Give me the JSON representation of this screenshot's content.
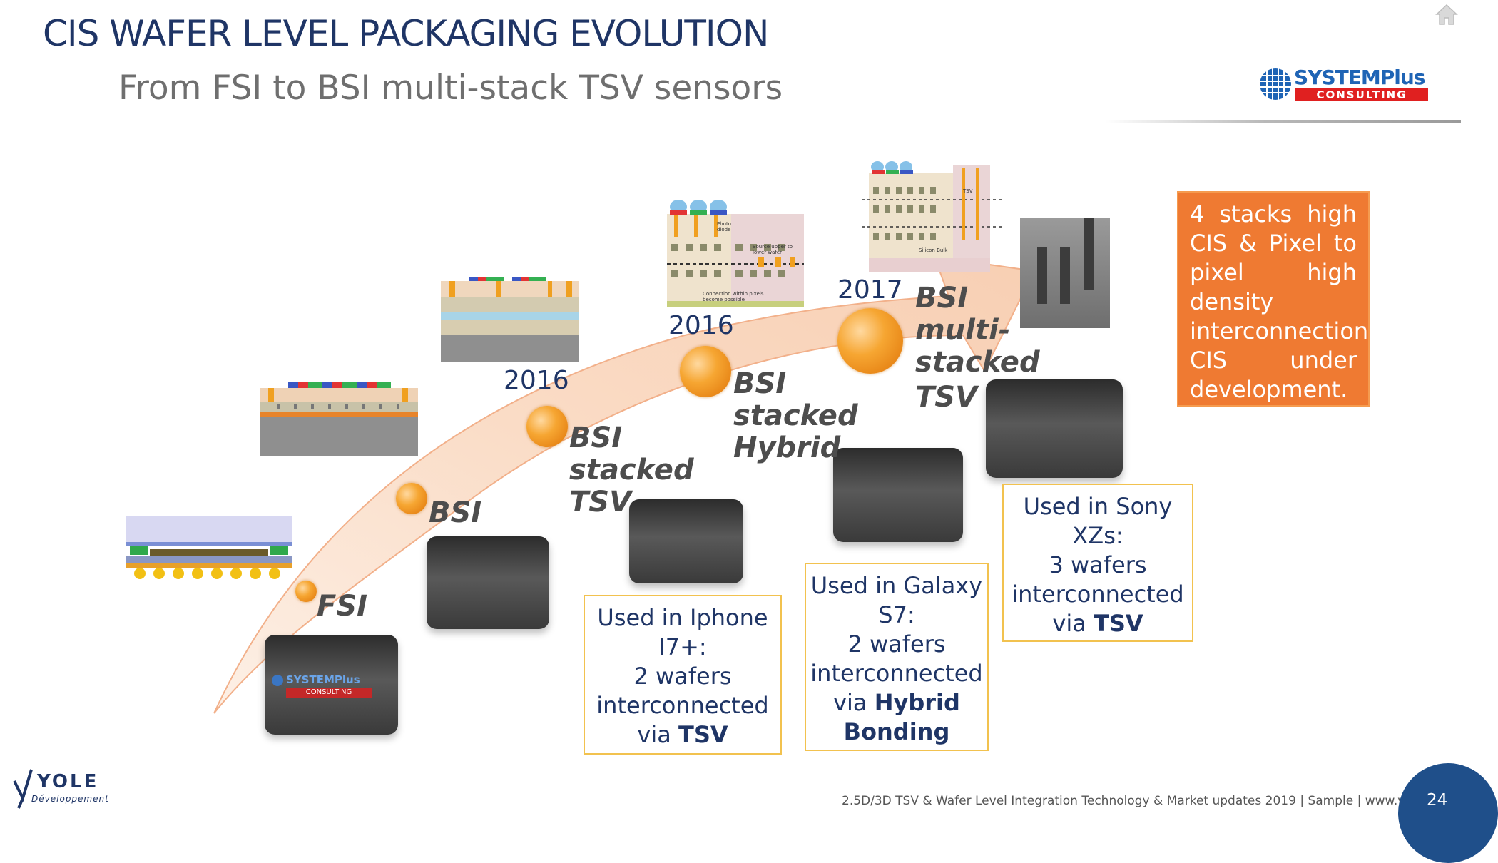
{
  "slide": {
    "title": "CIS WAFER LEVEL PACKAGING EVOLUTION",
    "subtitle": "From FSI to BSI multi-stack TSV sensors",
    "page_number": "24",
    "footer": "2.5D/3D TSV & Wafer Level Integration Technology & Market updates 2019 | Sample | www.yole.fr | ©2019"
  },
  "logos": {
    "systemplus_top": "SYSTEMPlus",
    "systemplus_bottom": "CONSULTING",
    "yole": "YOLE",
    "yole_sub": "Développement"
  },
  "milestones": [
    {
      "label": "FSI"
    },
    {
      "label": "BSI"
    },
    {
      "year": "2016",
      "label_1": "BSI",
      "label_2": "stacked",
      "label_3": "TSV"
    },
    {
      "year": "2016",
      "label_1": "BSI",
      "label_2": "stacked",
      "label_3": "Hybrid"
    },
    {
      "year": "2017",
      "label_1": "BSI",
      "label_2": "multi-",
      "label_3": "stacked",
      "label_4": "TSV"
    }
  ],
  "callouts": {
    "iphone": {
      "l1": "Used in Iphone",
      "l2": "I7+:",
      "l3": "2 wafers",
      "l4": "interconnected",
      "l5_pre": "via ",
      "l5_bold": "TSV"
    },
    "galaxy": {
      "l1": "Used in Galaxy",
      "l2": "S7:",
      "l3": "2 wafers",
      "l4": "interconnected",
      "l5_pre": "via ",
      "l5_bold": "Hybrid",
      "l6_bold": "Bonding"
    },
    "sony": {
      "l1": "Used in Sony",
      "l2": "XZs:",
      "l3": "3 wafers",
      "l4": "interconnected",
      "l5_pre": "via ",
      "l5_bold": "TSV"
    }
  },
  "note_box": "4 stacks high CIS & Pixel to pixel high density interconnection CIS under development.",
  "diagram_tiny_text": {
    "photo_diode": "Photo diode",
    "connection_within_pixels": "Connection within pixels become possible",
    "source_upper_lower": "Source upper to lower wafer",
    "silicon_bulk": "Silicon Bulk",
    "tsv": "TSV"
  },
  "colors": {
    "title": "#1f3566",
    "accent_orange": "#ef7a32",
    "arrow_fill": "#f9d9c4",
    "callout_border": "#f2c24f",
    "page_circle": "#1f4f8a"
  }
}
